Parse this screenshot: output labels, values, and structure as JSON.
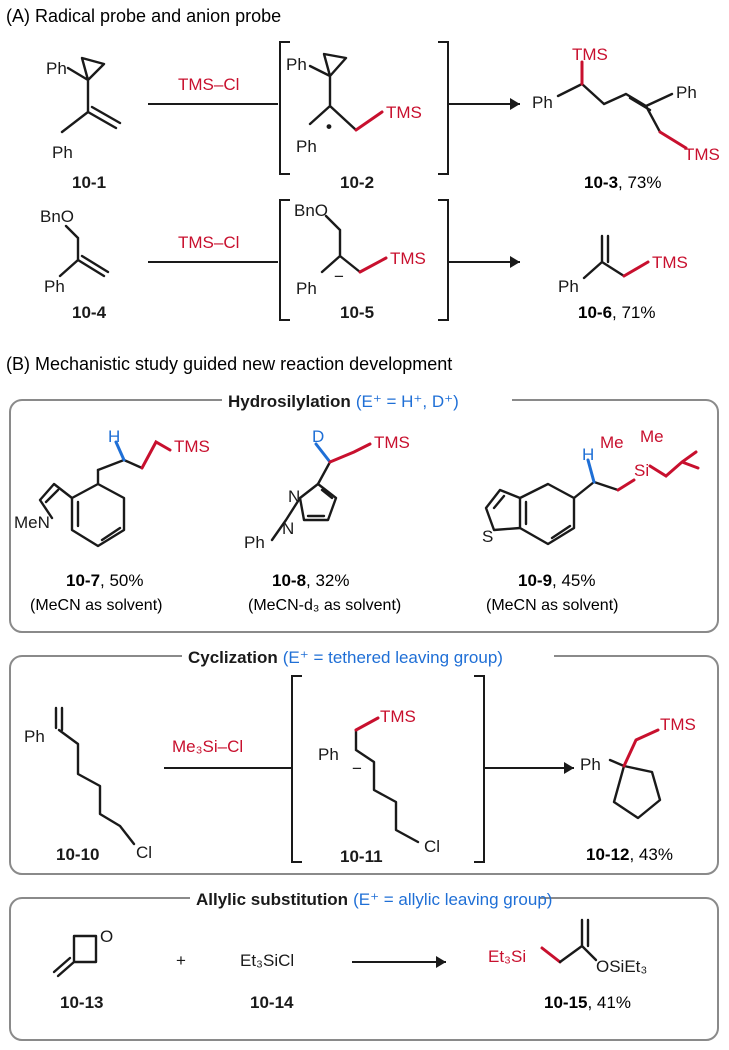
{
  "sectionA": {
    "title": "(A) Radical probe and anion probe",
    "row1": {
      "reagent": "TMS–Cl",
      "sm": {
        "label": "10-1",
        "ph1": "Ph",
        "ph2": "Ph"
      },
      "int": {
        "label": "10-2",
        "ph1": "Ph",
        "ph2": "Ph",
        "tms": "TMS",
        "dot": "•"
      },
      "prod": {
        "label": "10-3",
        "yield": ", 73%",
        "tms1": "TMS",
        "tms2": "TMS",
        "ph1": "Ph",
        "ph2": "Ph"
      }
    },
    "row2": {
      "reagent": "TMS–Cl",
      "sm": {
        "label": "10-4",
        "bno": "BnO",
        "ph": "Ph"
      },
      "int": {
        "label": "10-5",
        "bno": "BnO",
        "ph": "Ph",
        "tms": "TMS",
        "charge": "−"
      },
      "prod": {
        "label": "10-6",
        "yield": ", 71%",
        "ph": "Ph",
        "tms": "TMS"
      }
    }
  },
  "sectionB": {
    "title": "(B) Mechanistic study guided new reaction development",
    "hydro": {
      "head": "Hydrosilylation",
      "cond": "(E⁺ = H⁺, D⁺)",
      "c1": {
        "label": "10-7",
        "yield": ", 50%",
        "note": "(MeCN as solvent)",
        "h": "H",
        "tms": "TMS",
        "men": "MeN"
      },
      "c2": {
        "label": "10-8",
        "yield": ", 32%",
        "note": "(MeCN-d₃ as solvent)",
        "d": "D",
        "tms": "TMS",
        "n": "N",
        "ph": "Ph",
        "n2": "N"
      },
      "c3": {
        "label": "10-9",
        "yield": ", 45%",
        "note": "(MeCN as solvent)",
        "h": "H",
        "me1": "Me",
        "me2": "Me",
        "si": "Si",
        "s": "S"
      }
    },
    "cycl": {
      "head": "Cyclization",
      "cond": "(E⁺ = tethered leaving group)",
      "reagent": "Me₃Si–Cl",
      "sm": {
        "label": "10-10",
        "ph": "Ph",
        "cl": "Cl"
      },
      "int": {
        "label": "10-11",
        "ph": "Ph",
        "cl": "Cl",
        "tms": "TMS",
        "charge": "−"
      },
      "prod": {
        "label": "10-12",
        "yield": ", 43%",
        "ph": "Ph",
        "tms": "TMS"
      }
    },
    "allyl": {
      "head": "Allylic substitution",
      "cond": "(E⁺ = allylic leaving group)",
      "sm": {
        "label": "10-13",
        "o": "O"
      },
      "plus": "+",
      "reagent": {
        "label": "10-14",
        "text": "Et₃SiCl"
      },
      "prod": {
        "label": "10-15",
        "yield": ", 41%",
        "et3si": "Et₃Si",
        "osiet3": "OSiEt₃"
      }
    }
  },
  "colors": {
    "red": "#c8102e",
    "blue": "#1f6fd6",
    "frame": "#8a8a8a"
  }
}
